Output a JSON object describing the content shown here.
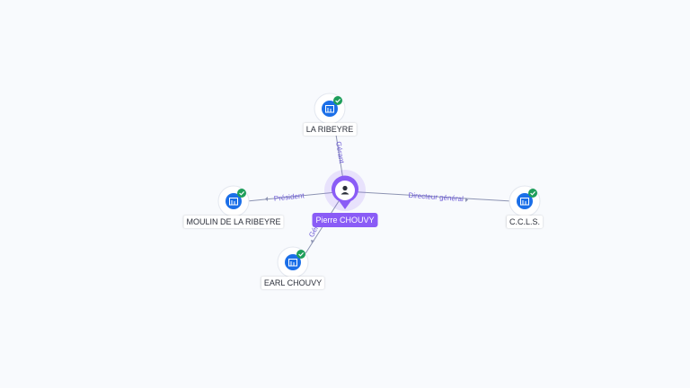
{
  "colors": {
    "background": "#f8fafd",
    "person_accent": "#8a5cf6",
    "company_icon": "#1b6fe8",
    "verified_badge": "#1e9e5a",
    "edge": "#8d94b3",
    "edge_label": "#6d5bd6"
  },
  "person": {
    "name": "Pierre CHOUVY",
    "icon": "person-icon"
  },
  "companies": [
    {
      "name": "LA RIBEYRE",
      "role": "Gérant",
      "icon": "building-icon",
      "verified": true
    },
    {
      "name": "MOULIN DE LA RIBEYRE",
      "role": "Président",
      "icon": "building-icon",
      "verified": true
    },
    {
      "name": "C.C.L.S.",
      "role": "Directeur général",
      "icon": "building-icon",
      "verified": true
    },
    {
      "name": "EARL CHOUVY",
      "role": "Gérant",
      "icon": "building-icon",
      "verified": true
    }
  ]
}
